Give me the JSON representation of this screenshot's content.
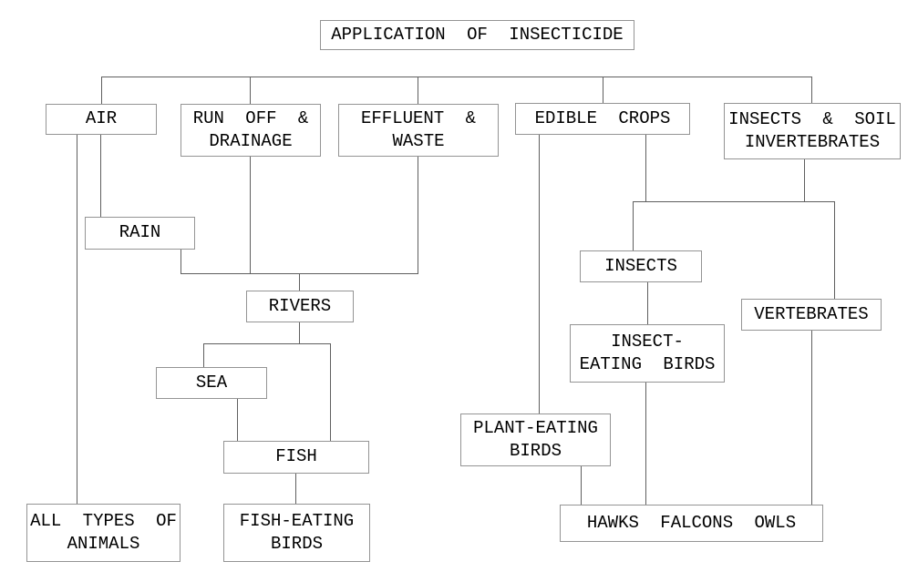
{
  "diagram": {
    "title": "APPLICATION OF INSECTICIDE",
    "colors": {
      "background": "#ffffff",
      "box_border": "#949494",
      "connector_line": "#5f5f5f",
      "text": "#000000"
    },
    "nodes": {
      "application": {
        "lines": [
          "APPLICATION OF INSECTICIDE"
        ]
      },
      "air": {
        "lines": [
          "AIR"
        ]
      },
      "runoff_drainage": {
        "lines": [
          "RUN OFF &",
          "DRAINAGE"
        ]
      },
      "effluent_waste": {
        "lines": [
          "EFFLUENT &",
          "WASTE"
        ]
      },
      "edible_crops": {
        "lines": [
          "EDIBLE CROPS"
        ]
      },
      "insects_soil_invertebrates": {
        "lines": [
          "INSECTS & SOIL",
          "INVERTEBRATES"
        ]
      },
      "rain": {
        "lines": [
          "RAIN"
        ]
      },
      "rivers": {
        "lines": [
          "RIVERS"
        ]
      },
      "sea": {
        "lines": [
          "SEA"
        ]
      },
      "fish": {
        "lines": [
          "FISH"
        ]
      },
      "insects": {
        "lines": [
          "INSECTS"
        ]
      },
      "vertebrates": {
        "lines": [
          "VERTEBRATES"
        ]
      },
      "insect_eating_birds": {
        "lines": [
          "INSECT-",
          "EATING BIRDS"
        ]
      },
      "plant_eating_birds": {
        "lines": [
          "PLANT-EATING",
          "BIRDS"
        ]
      },
      "all_types_of_animals": {
        "lines": [
          "ALL TYPES OF",
          "ANIMALS"
        ]
      },
      "fish_eating_birds": {
        "lines": [
          "FISH-EATING",
          "BIRDS"
        ]
      },
      "hawks_falcons_owls": {
        "lines": [
          "HAWKS FALCONS OWLS"
        ]
      }
    },
    "edges": [
      [
        "application",
        "air"
      ],
      [
        "application",
        "runoff_drainage"
      ],
      [
        "application",
        "effluent_waste"
      ],
      [
        "application",
        "edible_crops"
      ],
      [
        "application",
        "insects_soil_invertebrates"
      ],
      [
        "air",
        "rain"
      ],
      [
        "air",
        "all_types_of_animals"
      ],
      [
        "rain",
        "rivers"
      ],
      [
        "runoff_drainage",
        "rivers"
      ],
      [
        "effluent_waste",
        "rivers"
      ],
      [
        "rivers",
        "sea"
      ],
      [
        "rivers",
        "fish"
      ],
      [
        "sea",
        "fish"
      ],
      [
        "fish",
        "fish_eating_birds"
      ],
      [
        "edible_crops",
        "plant_eating_birds"
      ],
      [
        "edible_crops",
        "insects"
      ],
      [
        "insects_soil_invertebrates",
        "insects"
      ],
      [
        "edible_crops",
        "vertebrates"
      ],
      [
        "insects_soil_invertebrates",
        "vertebrates"
      ],
      [
        "insects",
        "insect_eating_birds"
      ],
      [
        "plant_eating_birds",
        "hawks_falcons_owls"
      ],
      [
        "insect_eating_birds",
        "hawks_falcons_owls"
      ],
      [
        "vertebrates",
        "hawks_falcons_owls"
      ]
    ]
  }
}
